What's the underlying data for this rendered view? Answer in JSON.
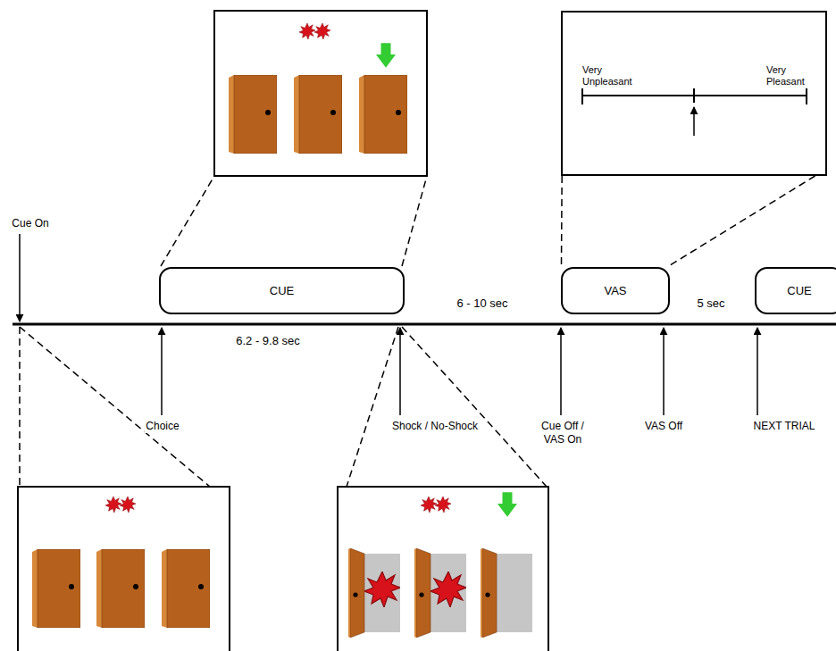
{
  "diagram": {
    "nodes": [
      {
        "text": [
          "Very Unpleasant",
          "Very Pleasant"
        ]
      },
      {
        "text": [
          "CUE"
        ]
      },
      {
        "text": [
          "VAS"
        ]
      },
      {
        "text": [
          "CUE"
        ]
      }
    ],
    "edges": [
      {
        "from": 0,
        "to": 2,
        "arrow": "none"
      },
      {
        "from": 0,
        "to": 2,
        "arrow": "none"
      }
    ],
    "labels": [
      "Cue On",
      "6.2 - 9.8 sec",
      "Choice",
      "Shock / No-Shock",
      "6 - 10 sec",
      "Cue Off / VAS On",
      "VAS Off",
      "5 sec",
      "NEXT TRIAL"
    ]
  }
}
